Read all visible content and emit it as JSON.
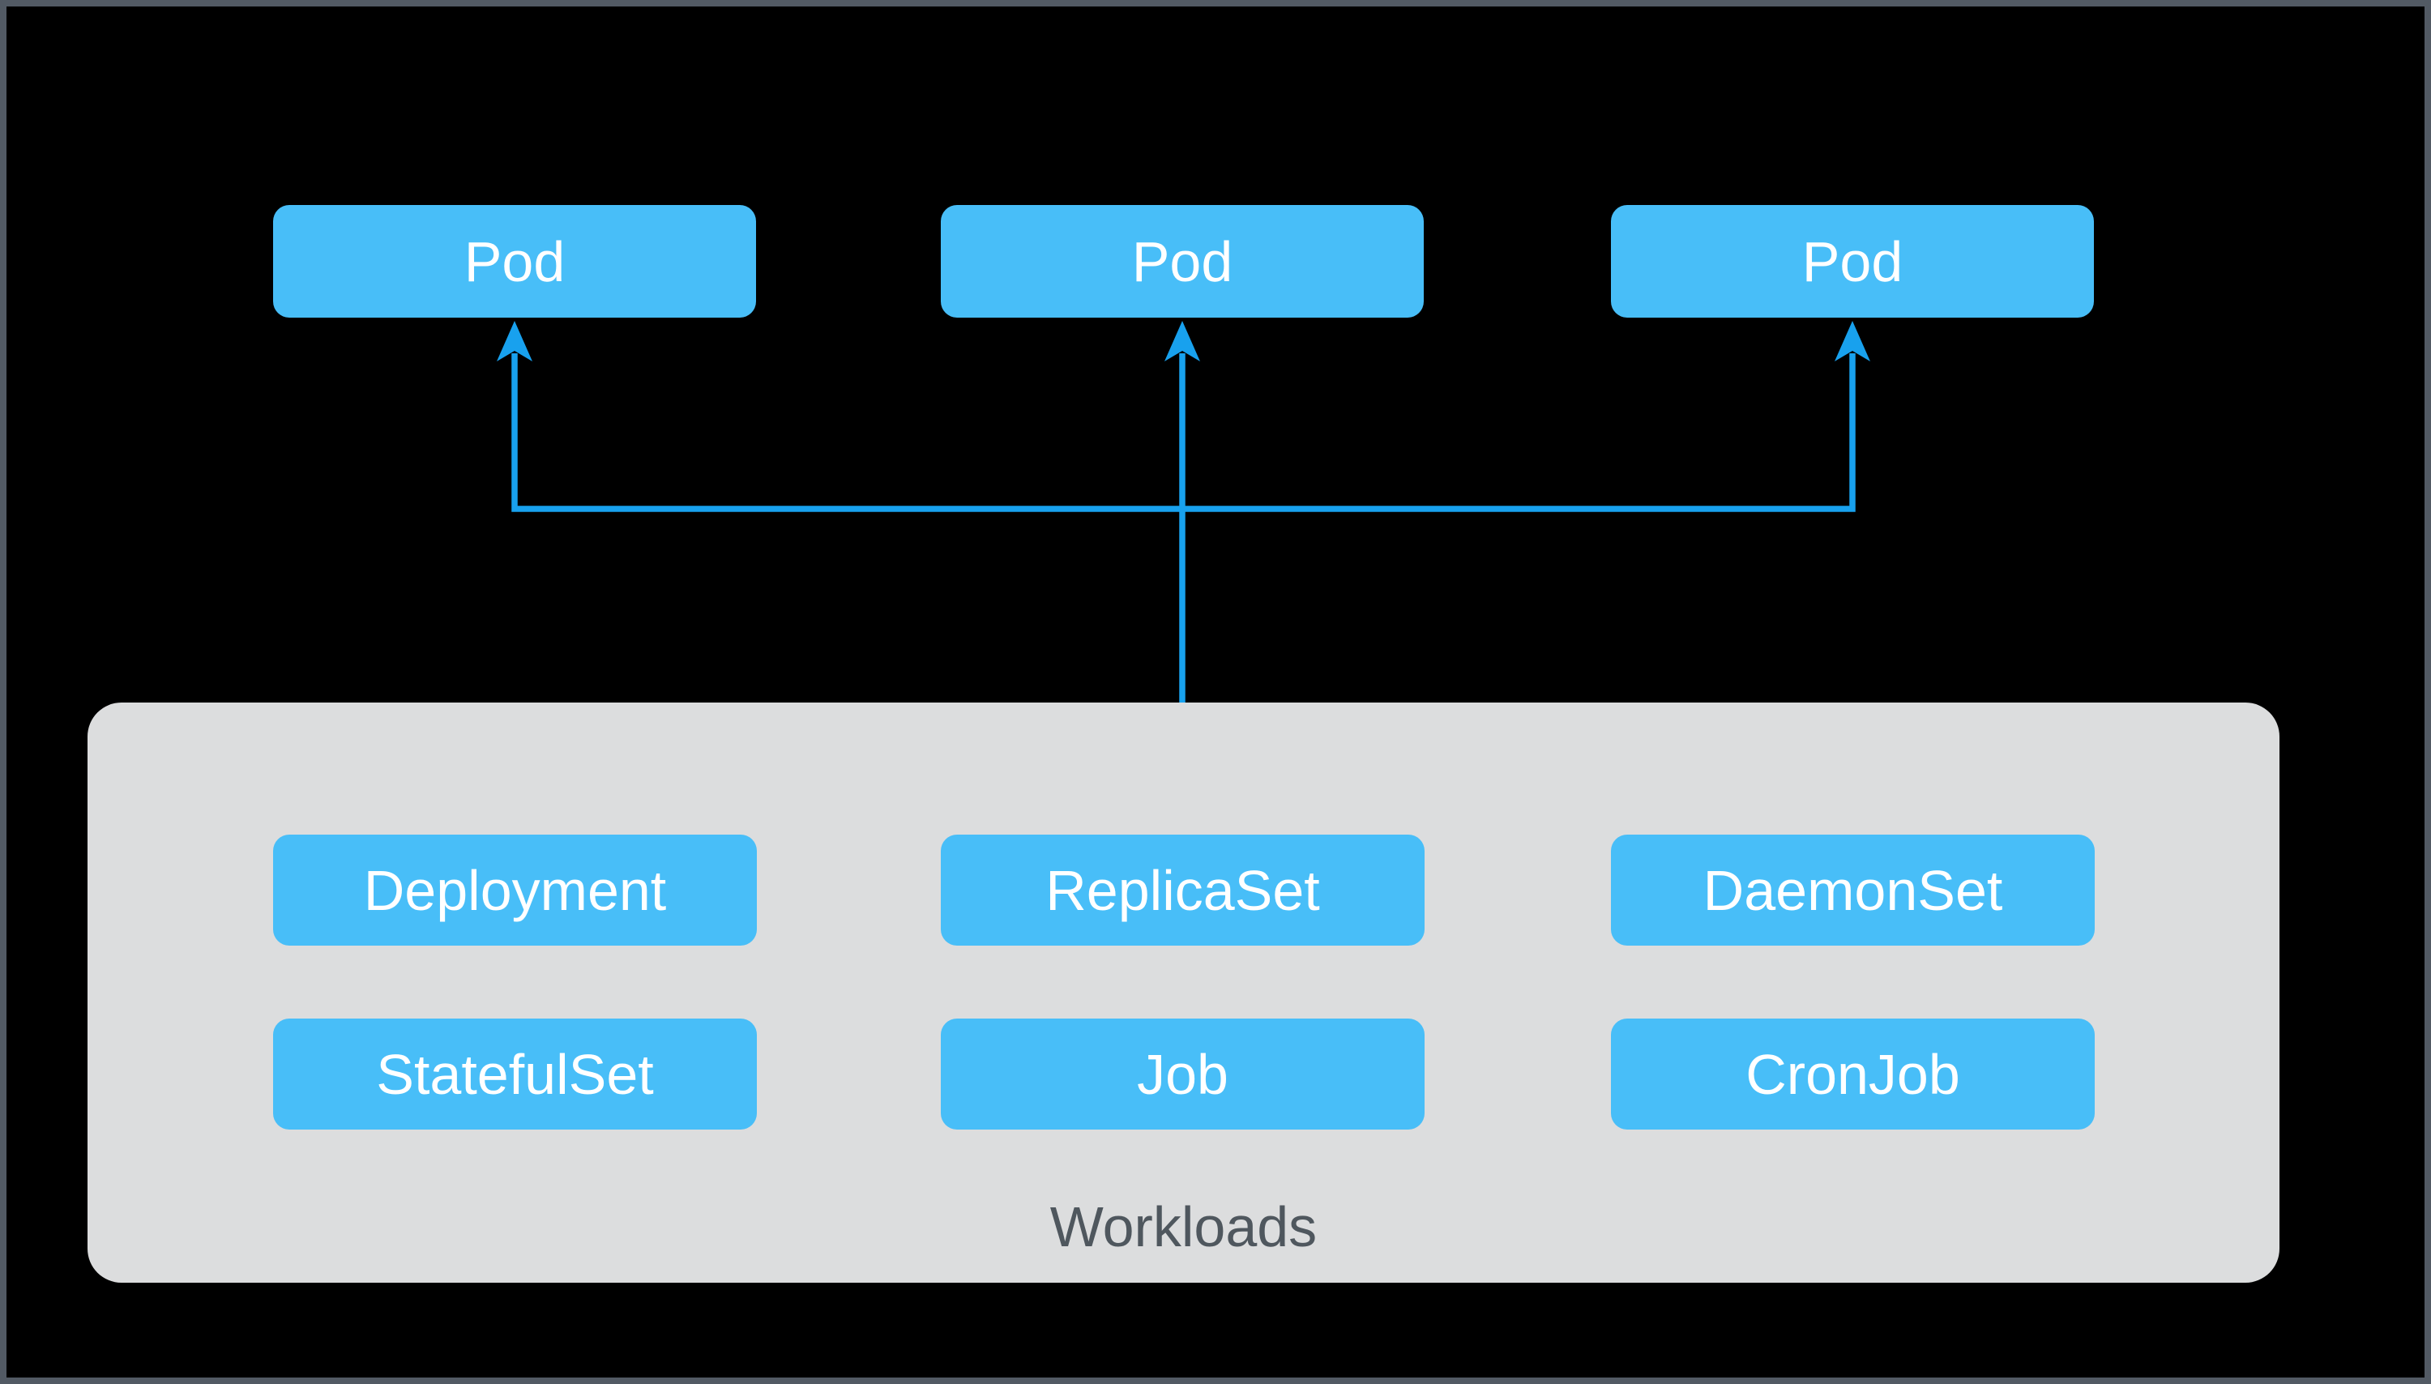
{
  "diagram": {
    "title": "Workloads",
    "pods": [
      {
        "label": "Pod"
      },
      {
        "label": "Pod"
      },
      {
        "label": "Pod"
      }
    ],
    "workloads": {
      "title": "Workloads",
      "items": [
        {
          "label": "Deployment"
        },
        {
          "label": "ReplicaSet"
        },
        {
          "label": "DaemonSet"
        },
        {
          "label": "StatefulSet"
        },
        {
          "label": "Job"
        },
        {
          "label": "CronJob"
        }
      ]
    },
    "edges": [
      {
        "from": "Workloads",
        "to": "Pod (left)"
      },
      {
        "from": "Workloads",
        "to": "Pod (middle)"
      },
      {
        "from": "Workloads",
        "to": "Pod (right)"
      }
    ],
    "colors": {
      "background": "#000000",
      "frame_border": "#525A64",
      "node_fill": "#48BEF8",
      "node_text": "#FFFFFF",
      "arrow": "#18A1EE",
      "container_fill": "#DCDDDE",
      "container_text": "#4F575E"
    }
  }
}
